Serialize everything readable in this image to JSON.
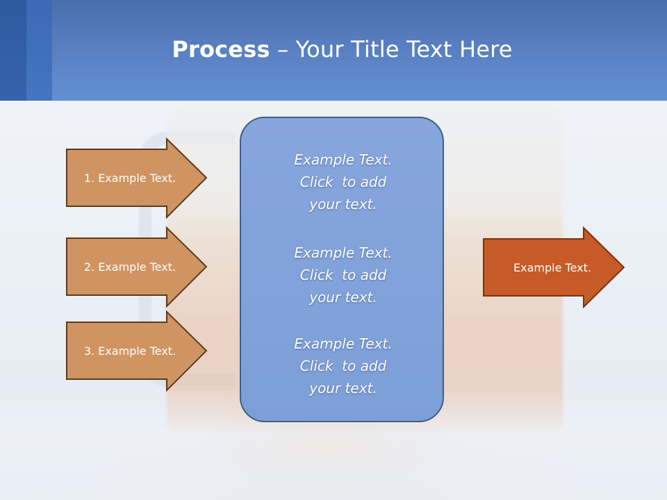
{
  "slide": {
    "title_bold": "Process",
    "title_rest": " – Your Title Text Here"
  },
  "inputs": [
    {
      "label": "1. Example Text."
    },
    {
      "label": "2. Example Text."
    },
    {
      "label": "3. Example Text."
    }
  ],
  "center_panel": {
    "blocks": [
      {
        "lines": [
          "Example Text.",
          "Click  to add",
          "your text."
        ]
      },
      {
        "lines": [
          "Example Text.",
          "Click  to add",
          "your text."
        ]
      },
      {
        "lines": [
          "Example Text.",
          "Click  to add",
          "your text."
        ]
      }
    ]
  },
  "output": {
    "label": "Example Text."
  },
  "colors": {
    "input_arrow_fill": "#cf9462",
    "input_arrow_stroke": "#5a3a1c",
    "output_arrow_fill": "#c65b27",
    "output_arrow_stroke": "#7b3210",
    "panel_fill": "#82a3da",
    "header_fill": "#5a82c4"
  }
}
